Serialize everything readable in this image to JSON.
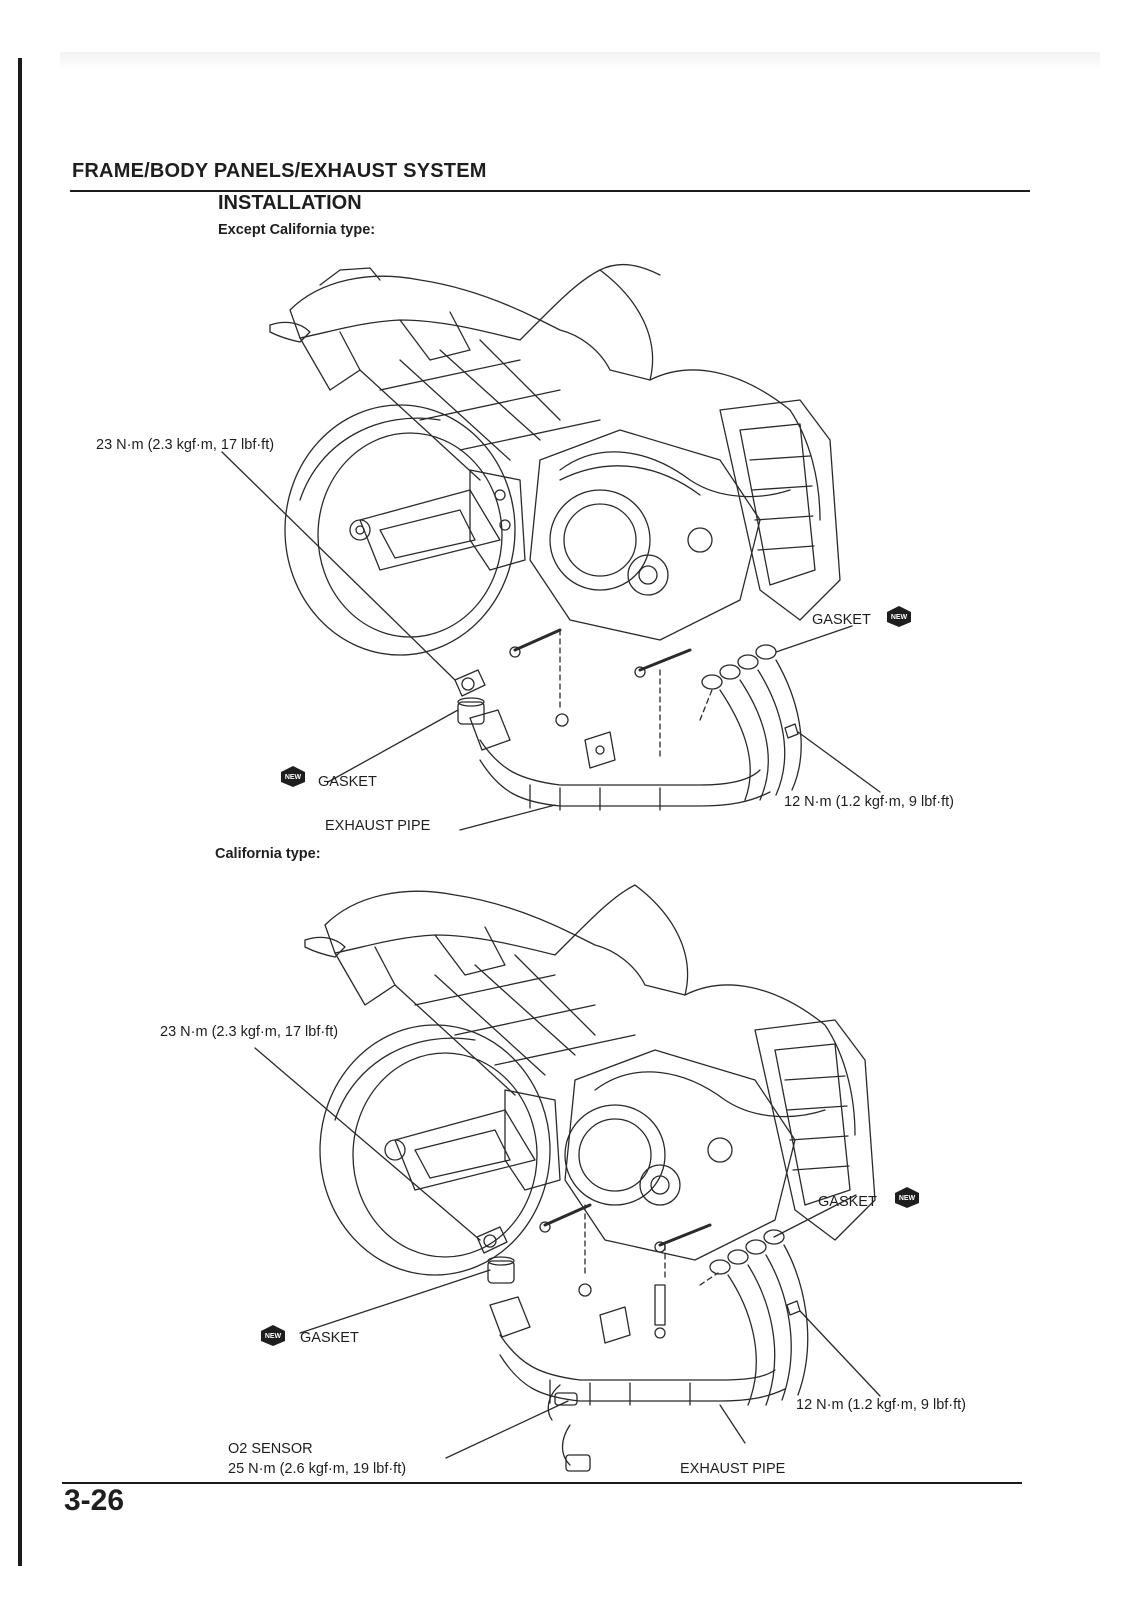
{
  "header": {
    "section_title": "FRAME/BODY PANELS/EXHAUST SYSTEM",
    "heading": "INSTALLATION"
  },
  "diagram_a": {
    "variant_label": "Except California type:",
    "callouts": {
      "clamp_torque": "23 N·m (2.3 kgf·m, 17 lbf·ft)",
      "gasket_front": "GASKET",
      "gasket_rear": "GASKET",
      "bolt_torque": "12 N·m (1.2 kgf·m, 9 lbf·ft)",
      "exhaust_pipe": "EXHAUST PIPE"
    },
    "badge": "NEW"
  },
  "diagram_b": {
    "variant_label": "California type:",
    "callouts": {
      "clamp_torque": "23 N·m (2.3 kgf·m, 17 lbf·ft)",
      "gasket_front": "GASKET",
      "gasket_rear": "GASKET",
      "bolt_torque": "12 N·m (1.2 kgf·m, 9 lbf·ft)",
      "o2_sensor": "O2 SENSOR",
      "o2_torque": "25 N·m (2.6 kgf·m, 19 lbf·ft)",
      "exhaust_pipe": "EXHAUST PIPE"
    },
    "badge": "NEW"
  },
  "footer": {
    "page_number": "3-26"
  }
}
